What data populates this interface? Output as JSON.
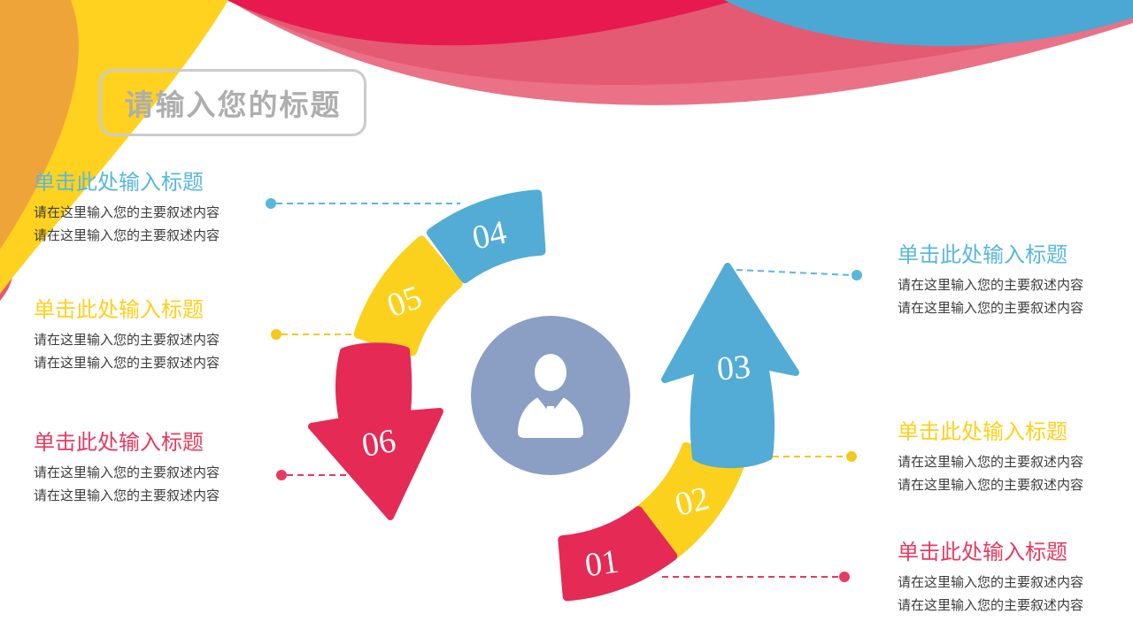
{
  "title_box": {
    "label": "请输入您的标题"
  },
  "center": {
    "icon": "person-icon"
  },
  "steps": [
    {
      "id": "01",
      "shape": "wedge",
      "color": "#e42a55"
    },
    {
      "id": "02",
      "shape": "wedge",
      "color": "#fbd11d"
    },
    {
      "id": "03",
      "shape": "arrow-up",
      "color": "#52acd6"
    },
    {
      "id": "04",
      "shape": "wedge",
      "color": "#52acd6"
    },
    {
      "id": "05",
      "shape": "wedge",
      "color": "#fbd11d"
    },
    {
      "id": "06",
      "shape": "arrow-down",
      "color": "#e42a55"
    }
  ],
  "callouts": {
    "left": [
      {
        "accent": "#59b7de",
        "title": "单击此处输入标题",
        "lines": [
          "请在这里输入您的主要叙述内容",
          "请在这里输入您的主要叙述内容"
        ]
      },
      {
        "accent": "#ffd01a",
        "title": "单击此处输入标题",
        "lines": [
          "请在这里输入您的主要叙述内容",
          "请在这里输入您的主要叙述内容"
        ]
      },
      {
        "accent": "#e73a60",
        "title": "单击此处输入标题",
        "lines": [
          "请在这里输入您的主要叙述内容",
          "请在这里输入您的主要叙述内容"
        ]
      }
    ],
    "right": [
      {
        "accent": "#59b7de",
        "title": "单击此处输入标题",
        "lines": [
          "请在这里输入您的主要叙述内容",
          "请在这里输入您的主要叙述内容"
        ]
      },
      {
        "accent": "#ffd01a",
        "title": "单击此处输入标题",
        "lines": [
          "请在这里输入您的主要叙述内容",
          "请在这里输入您的主要叙述内容"
        ]
      },
      {
        "accent": "#e73a60",
        "title": "单击此处输入标题",
        "lines": [
          "请在这里输入您的主要叙述内容",
          "请在这里输入您的主要叙述内容"
        ]
      }
    ]
  },
  "palette": {
    "ribbon_yellow": "#ffd21f",
    "ribbon_orange": "#efa43a",
    "ribbon_pink_light": "#eb7186",
    "ribbon_pink_mid": "#e45a72",
    "ribbon_crimson": "#e7194f",
    "ribbon_blue": "#4ba8d4",
    "step_blue": "#52acd6",
    "step_yellow": "#fbd11d",
    "step_red": "#e42a55",
    "center_circle": "#8b9ec4",
    "title_gray": "#aeaeae",
    "body_text": "#3c3c3c"
  }
}
